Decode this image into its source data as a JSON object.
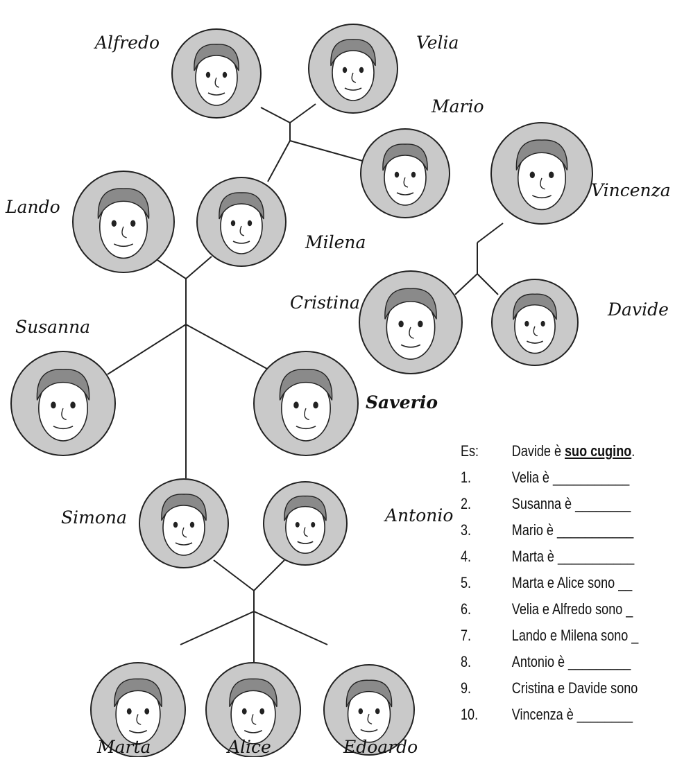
{
  "family": {
    "people": [
      {
        "id": "alfredo",
        "name": "Alfredo",
        "highlight": false
      },
      {
        "id": "velia",
        "name": "Velia",
        "highlight": false
      },
      {
        "id": "mario",
        "name": "Mario",
        "highlight": false
      },
      {
        "id": "vincenza",
        "name": "Vincenza",
        "highlight": false
      },
      {
        "id": "lando",
        "name": "Lando",
        "highlight": false
      },
      {
        "id": "milena",
        "name": "Milena",
        "highlight": false
      },
      {
        "id": "cristina",
        "name": "Cristina",
        "highlight": false
      },
      {
        "id": "davide",
        "name": "Davide",
        "highlight": false
      },
      {
        "id": "susanna",
        "name": "Susanna",
        "highlight": false
      },
      {
        "id": "saverio",
        "name": "Saverio",
        "highlight": true
      },
      {
        "id": "simona",
        "name": "Simona",
        "highlight": false
      },
      {
        "id": "antonio",
        "name": "Antonio",
        "highlight": false
      },
      {
        "id": "marta",
        "name": "Marta",
        "highlight": false
      },
      {
        "id": "alice",
        "name": "Alice",
        "highlight": false
      },
      {
        "id": "edoardo",
        "name": "Edoardo",
        "highlight": false
      }
    ],
    "colors": {
      "portrait_fill": "#c9c9c9",
      "face_fill": "#ffffff",
      "line": "#222222"
    }
  },
  "exercise": {
    "example": {
      "num": "Es:",
      "prefix": "Davide è ",
      "answer": "suo cugino",
      "suffix": "."
    },
    "items": [
      {
        "num": "1.",
        "text": "Velia è ___________"
      },
      {
        "num": "2.",
        "text": "Susanna è ________"
      },
      {
        "num": "3.",
        "text": "Mario è ___________"
      },
      {
        "num": "4.",
        "text": "Marta è ___________"
      },
      {
        "num": "5.",
        "text": "Marta e Alice sono __"
      },
      {
        "num": "6.",
        "text": "Velia e Alfredo sono _"
      },
      {
        "num": "7.",
        "text": "Lando e Milena sono _"
      },
      {
        "num": "8.",
        "text": "Antonio è _________"
      },
      {
        "num": "9.",
        "text": "Cristina e Davide sono"
      },
      {
        "num": "10.",
        "text": "Vincenza è ________"
      }
    ]
  }
}
